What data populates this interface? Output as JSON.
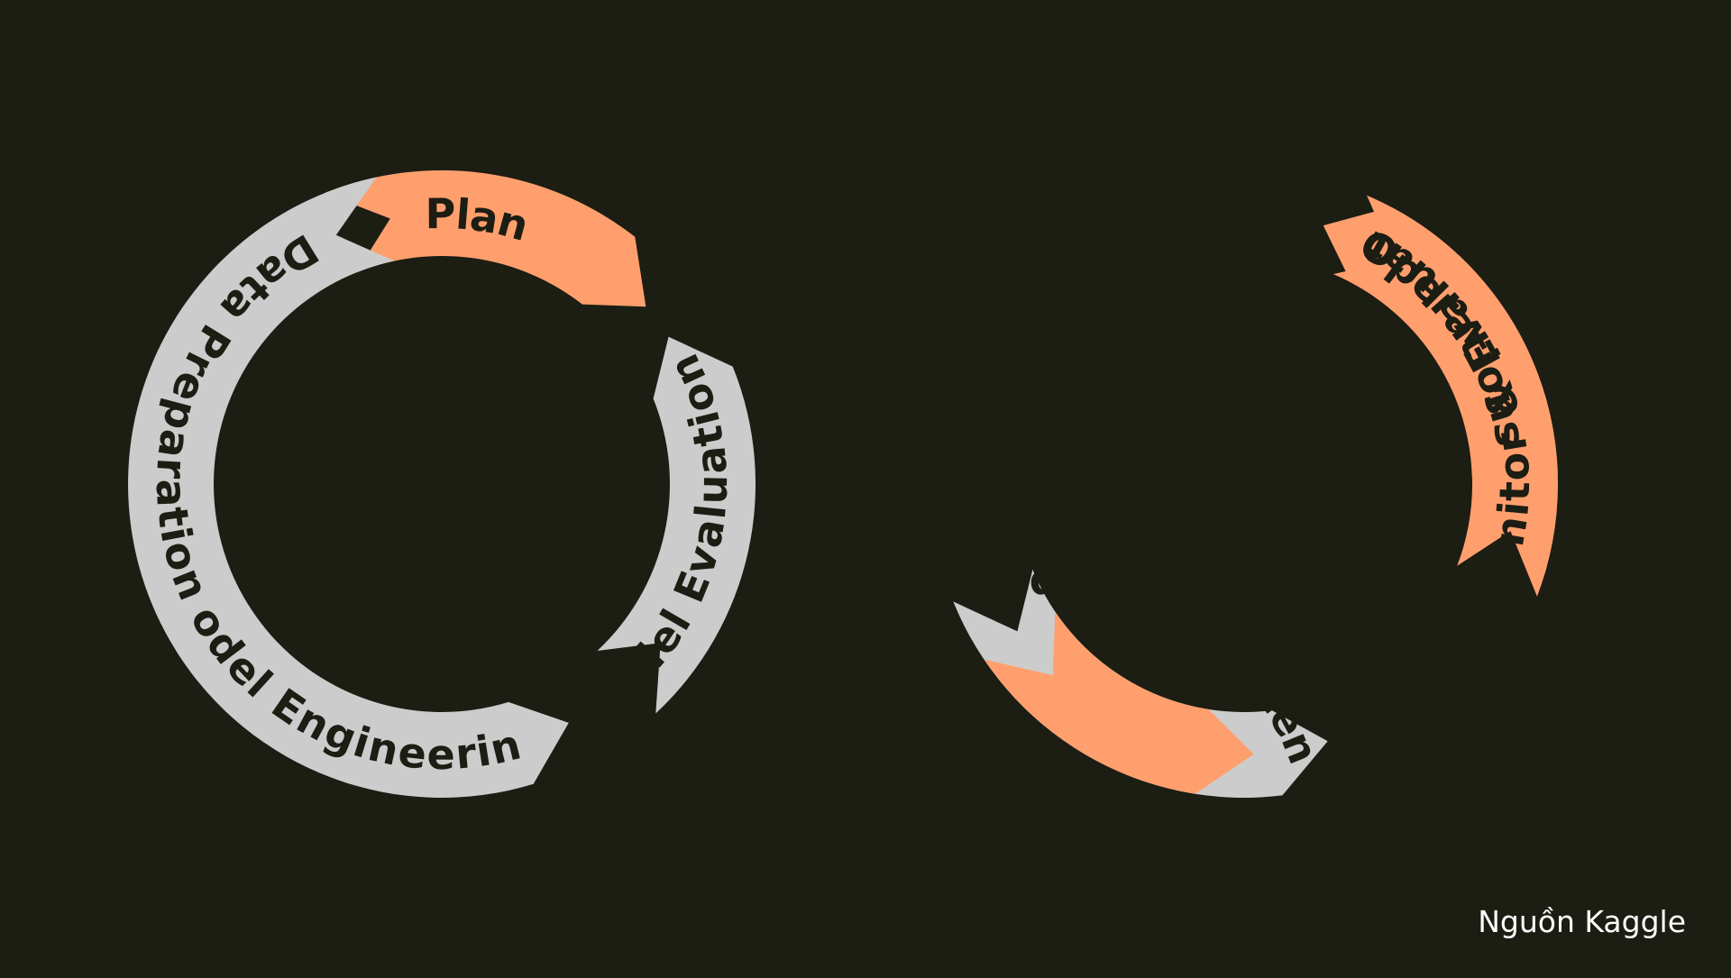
{
  "diagram": {
    "colors": {
      "background": "#1c1d13",
      "ml_segment": "#cccccc",
      "ops_segment": "#ff9f6e",
      "label_text": "#1c1d13",
      "credit_text": "#ffffff"
    },
    "segments": [
      {
        "id": "plan",
        "label": "Plan",
        "group": "ops"
      },
      {
        "id": "data-preparation",
        "label": "Data Preparation",
        "group": "ml"
      },
      {
        "id": "model-engineering",
        "label": "Model Engineering",
        "group": "ml"
      },
      {
        "id": "model-evaluation",
        "label": "Model Evaluation",
        "group": "ml"
      },
      {
        "id": "model-deployment",
        "label": "Model Deployment",
        "group": "ml"
      },
      {
        "id": "operations",
        "label": "Operations",
        "group": "ops"
      },
      {
        "id": "monitor-evaluate",
        "label": "Monitor & Evaluate",
        "group": "ops"
      },
      {
        "id": "unlabeled-segment",
        "label": "",
        "group": "ops"
      }
    ]
  },
  "credit": "Nguồn Kaggle"
}
